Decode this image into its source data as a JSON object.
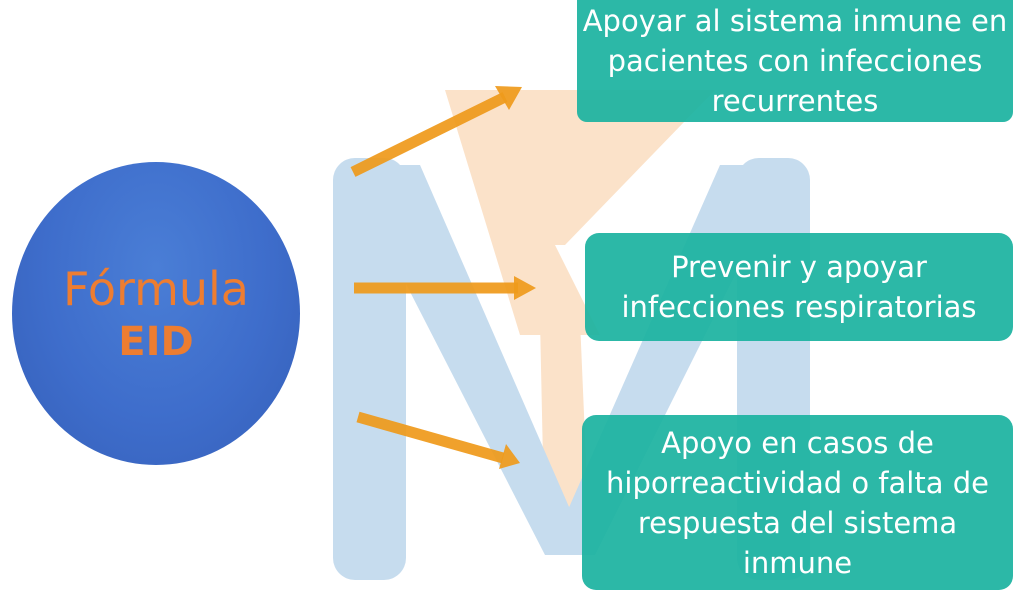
{
  "circle": {
    "line1": "Fórmula",
    "line2": "EID"
  },
  "boxes": [
    {
      "text": "Apoyar al sistema inmune en pacientes con infecciones recurrentes"
    },
    {
      "text": "Prevenir y apoyar infecciones respiratorias"
    },
    {
      "text": "Apoyo en casos de hiporreactividad o falta de respuesta del sistema inmune"
    }
  ],
  "colors": {
    "circle": "#3e6dcb",
    "circle_text": "#ed7d31",
    "box": "#1ab2a0",
    "arrow": "#ef9a1b",
    "watermark_blue": "#c6dcee",
    "watermark_peach": "#fbe2c9"
  }
}
